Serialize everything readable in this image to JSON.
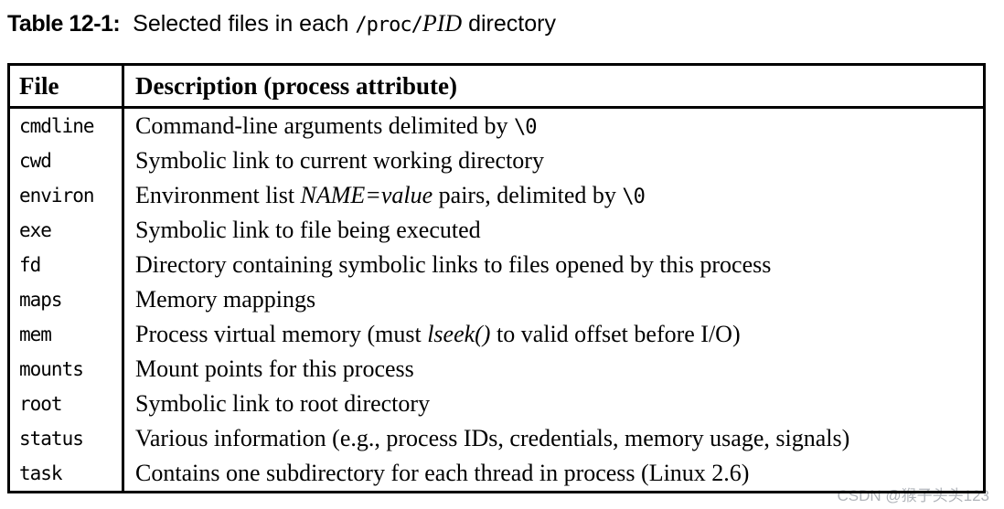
{
  "page": {
    "background": "#ffffff",
    "text_color": "#000000",
    "border_color": "#000000",
    "watermark_color": "#b0b4ba"
  },
  "title": {
    "segments": [
      {
        "t": "Table 12-1:",
        "style": "bold-sans"
      },
      {
        "t": "  Selected files in each ",
        "style": "sans"
      },
      {
        "t": "/proc/",
        "style": "mono"
      },
      {
        "t": "PID",
        "style": "italic-serif"
      },
      {
        "t": " directory",
        "style": "sans"
      }
    ]
  },
  "table": {
    "headers": [
      {
        "label": "File"
      },
      {
        "label": "Description (process attribute)"
      }
    ],
    "rows": [
      {
        "file": "cmdline",
        "description": [
          {
            "t": "Command-line arguments delimited by "
          },
          {
            "t": "\\0",
            "style": "mono"
          }
        ]
      },
      {
        "file": "cwd",
        "description": [
          {
            "t": "Symbolic link to current working directory"
          }
        ]
      },
      {
        "file": "environ",
        "description": [
          {
            "t": "Environment list "
          },
          {
            "t": "NAME=value",
            "style": "italic"
          },
          {
            "t": " pairs, delimited by "
          },
          {
            "t": "\\0",
            "style": "mono"
          }
        ]
      },
      {
        "file": "exe",
        "description": [
          {
            "t": "Symbolic link to file being executed"
          }
        ]
      },
      {
        "file": "fd",
        "description": [
          {
            "t": "Directory containing symbolic links to files opened by this process"
          }
        ]
      },
      {
        "file": "maps",
        "description": [
          {
            "t": "Memory mappings"
          }
        ]
      },
      {
        "file": "mem",
        "description": [
          {
            "t": "Process virtual memory (must "
          },
          {
            "t": "lseek()",
            "style": "italic"
          },
          {
            "t": " to valid offset before I/O)"
          }
        ]
      },
      {
        "file": "mounts",
        "description": [
          {
            "t": "Mount points for this process"
          }
        ]
      },
      {
        "file": "root",
        "description": [
          {
            "t": "Symbolic link to root directory"
          }
        ]
      },
      {
        "file": "status",
        "description": [
          {
            "t": "Various information (e.g., process IDs, credentials, memory usage, signals)"
          }
        ]
      },
      {
        "file": "task",
        "description": [
          {
            "t": "Contains one subdirectory for each thread in process (Linux 2.6)"
          }
        ]
      }
    ]
  },
  "watermark": {
    "text": "CSDN @猴子头头123"
  }
}
